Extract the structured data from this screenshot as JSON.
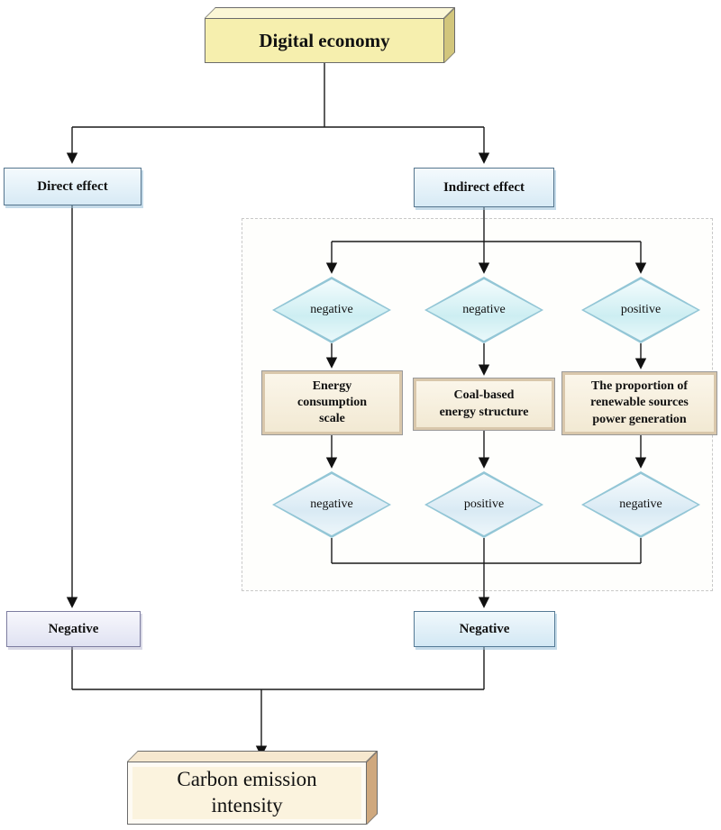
{
  "diagram": {
    "root": "Digital economy",
    "direct_effect": "Direct effect",
    "indirect_effect": "Indirect effect",
    "branches": [
      {
        "sign_top": "negative",
        "mechanism": "Energy\nconsumption\nscale",
        "sign_bottom": "negative"
      },
      {
        "sign_top": "negative",
        "mechanism": "Coal-based\nenergy structure",
        "sign_bottom": "positive"
      },
      {
        "sign_top": "positive",
        "mechanism": "The proportion of\nrenewable sources\npower generation",
        "sign_bottom": "negative"
      }
    ],
    "direct_outcome": "Negative",
    "indirect_outcome": "Negative",
    "final": "Carbon emission\nintensity"
  },
  "colors": {
    "root_box": "#f6efae",
    "mechanism_box": "#f2e9d3",
    "effect_box": "#d7eaf5",
    "outcome_left": "#e0e2f2",
    "outcome_right": "#d3e8f4",
    "diamond_fill": "#cdeef2",
    "final_box": "#fbf3de",
    "line": "#1a1a1a"
  }
}
